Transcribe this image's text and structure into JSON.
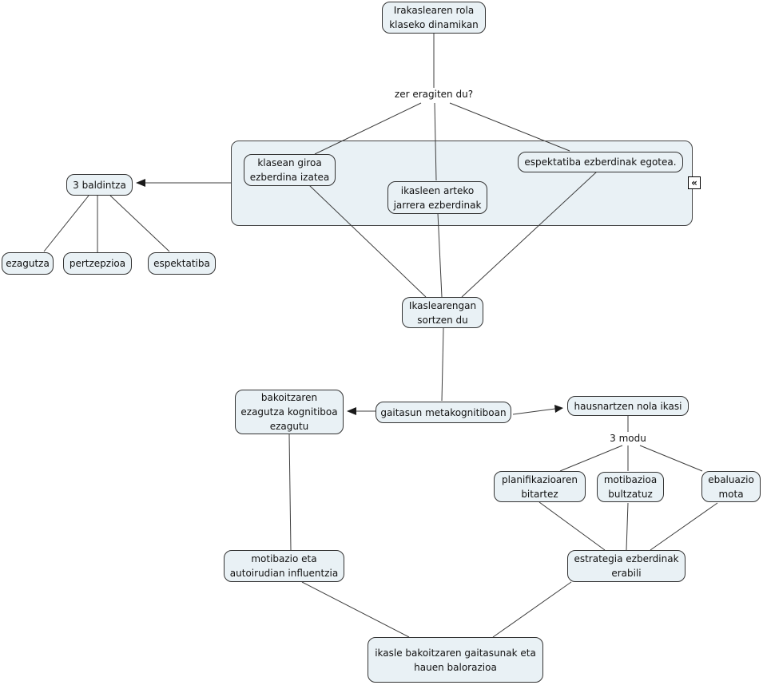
{
  "colors": {
    "node_fill": "#e9f1f5",
    "node_border": "#333333",
    "edge": "#3d3d3d",
    "text": "#111111",
    "background": "#ffffff"
  },
  "nodes": {
    "irakaslearen": "Irakaslearen rola\nklaseko dinamikan",
    "klasean": "klasean giroa\nezberdina izatea",
    "ikasleen": "ikasleen arteko\njarrera ezberdinak",
    "espektatiba_egotea": "espektatiba ezberdinak egotea.",
    "baldintza": "3 baldintza",
    "ezagutza": "ezagutza",
    "pertzepzioa": "pertzepzioa",
    "espektatiba": "espektatiba",
    "ikaslearengan": "Ikaslearengan\nsortzen du",
    "bakoitzaren": "bakoitzaren\nezagutza kognitiboa\nezagutu",
    "gaitasun": "gaitasun metakognitiboan",
    "hausnartzen": "hausnartzen nola ikasi",
    "planifikazioaren": "planifikazioaren\nbitartez",
    "motibazioa": "motibazioa\nbultzatuz",
    "ebaluazio": "ebaluazio\nmota",
    "motibazio_eta": "motibazio eta\nautoirudian influentzia",
    "estrategia": "estrategia ezberdinak\nerabili",
    "ikasle_bakoitzaren": "ikasle bakoitzaren gaitasunak eta\nhauen balorazioa"
  },
  "link_labels": {
    "zer_eragiten": "zer eragiten du?",
    "modu": "3 modu"
  },
  "icons": {
    "collapse_glyph": "«"
  }
}
